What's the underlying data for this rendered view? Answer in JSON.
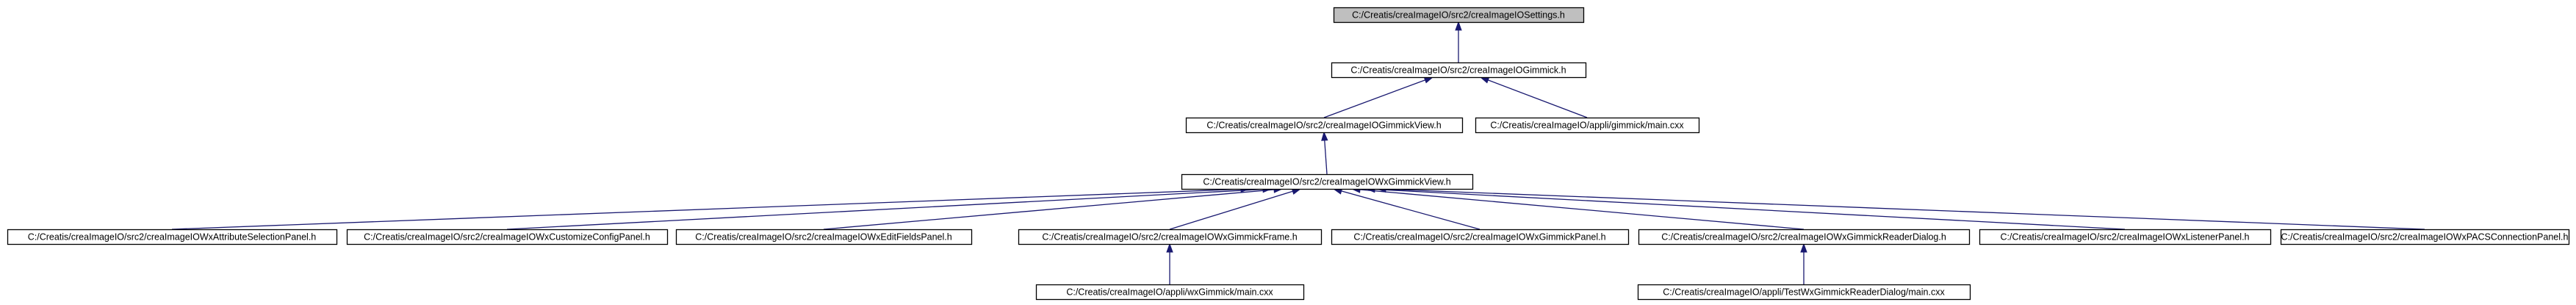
{
  "diagram": {
    "colors": {
      "edge": "#191970",
      "node_border": "#000000",
      "node_fill": "#ffffff",
      "root_fill": "#bfbfbf"
    },
    "nodes": [
      {
        "id": "n0",
        "label": "C:/Creatis/creaImageIO/src2/creaImageIOSettings.h",
        "highlighted": true
      },
      {
        "id": "n1",
        "label": "C:/Creatis/creaImageIO/src2/creaImageIOGimmick.h"
      },
      {
        "id": "n2",
        "label": "C:/Creatis/creaImageIO/src2/creaImageIOGimmickView.h"
      },
      {
        "id": "n3",
        "label": "C:/Creatis/creaImageIO/appli/gimmick/main.cxx"
      },
      {
        "id": "n4",
        "label": "C:/Creatis/creaImageIO/src2/creaImageIOWxGimmickView.h"
      },
      {
        "id": "n5",
        "label": "C:/Creatis/creaImageIO/src2/creaImageIOWxAttributeSelectionPanel.h"
      },
      {
        "id": "n6",
        "label": "C:/Creatis/creaImageIO/src2/creaImageIOWxCustomizeConfigPanel.h"
      },
      {
        "id": "n7",
        "label": "C:/Creatis/creaImageIO/src2/creaImageIOWxEditFieldsPanel.h"
      },
      {
        "id": "n8",
        "label": "C:/Creatis/creaImageIO/src2/creaImageIOWxGimmickFrame.h"
      },
      {
        "id": "n9",
        "label": "C:/Creatis/creaImageIO/src2/creaImageIOWxGimmickPanel.h"
      },
      {
        "id": "n10",
        "label": "C:/Creatis/creaImageIO/src2/creaImageIOWxGimmickReaderDialog.h"
      },
      {
        "id": "n11",
        "label": "C:/Creatis/creaImageIO/src2/creaImageIOWxListenerPanel.h"
      },
      {
        "id": "n12",
        "label": "C:/Creatis/creaImageIO/src2/creaImageIOWxPACSConnectionPanel.h"
      },
      {
        "id": "n13",
        "label": "C:/Creatis/creaImageIO/appli/wxGimmick/main.cxx"
      },
      {
        "id": "n14",
        "label": "C:/Creatis/creaImageIO/appli/TestWxGimmickReaderDialog/main.cxx"
      }
    ],
    "edges": [
      {
        "from": "n1",
        "to": "n0"
      },
      {
        "from": "n2",
        "to": "n1"
      },
      {
        "from": "n3",
        "to": "n1"
      },
      {
        "from": "n4",
        "to": "n2"
      },
      {
        "from": "n5",
        "to": "n4"
      },
      {
        "from": "n6",
        "to": "n4"
      },
      {
        "from": "n7",
        "to": "n4"
      },
      {
        "from": "n8",
        "to": "n4"
      },
      {
        "from": "n9",
        "to": "n4"
      },
      {
        "from": "n10",
        "to": "n4"
      },
      {
        "from": "n11",
        "to": "n4"
      },
      {
        "from": "n12",
        "to": "n4"
      },
      {
        "from": "n13",
        "to": "n8"
      },
      {
        "from": "n14",
        "to": "n10"
      }
    ]
  }
}
